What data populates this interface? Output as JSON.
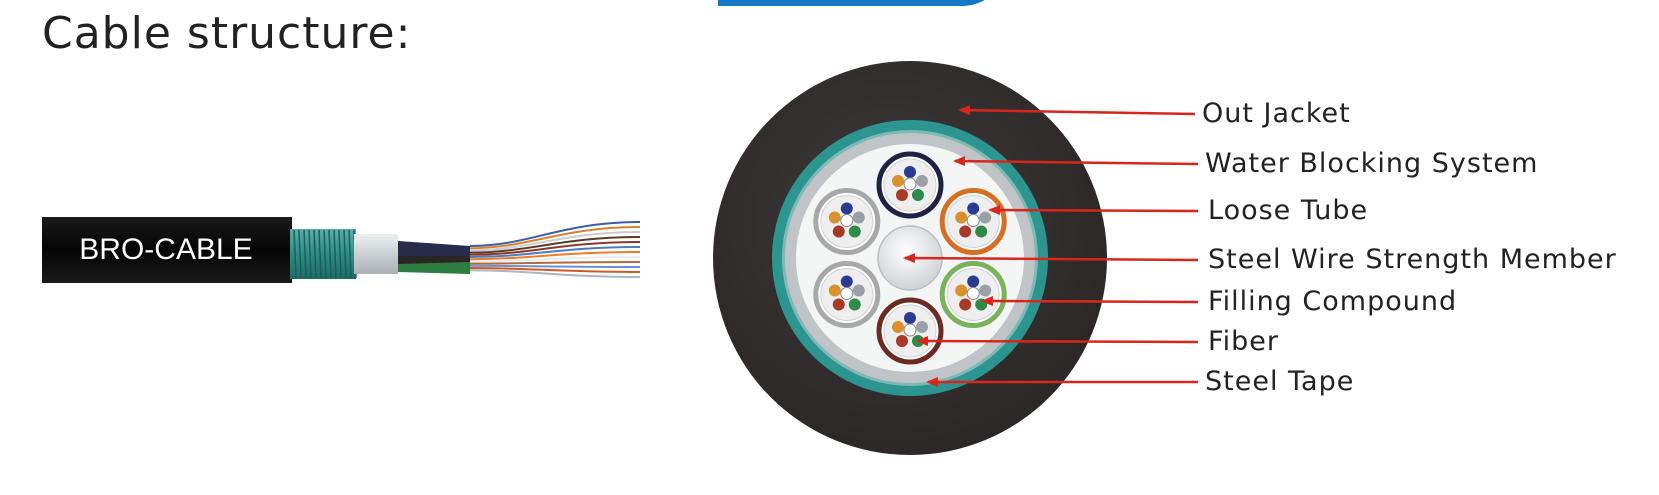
{
  "title": "Cable structure:",
  "brand": "BRO-CABLE",
  "colors": {
    "title": "#222222",
    "accent_blue": "#1677c9",
    "jacket": "#332f2f",
    "steel_tape": "#2c9590",
    "arrow": "#d9261c"
  },
  "callouts": [
    {
      "id": "out-jacket",
      "label": "Out Jacket"
    },
    {
      "id": "water-blocking",
      "label": "Water  Blocking  System"
    },
    {
      "id": "loose-tube",
      "label": "Loose Tube"
    },
    {
      "id": "strength-member",
      "label": "Steel Wire Strength Member"
    },
    {
      "id": "filling-compound",
      "label": "Filling Compound"
    },
    {
      "id": "fiber",
      "label": "Fiber"
    },
    {
      "id": "steel-tape",
      "label": "Steel Tape"
    }
  ]
}
